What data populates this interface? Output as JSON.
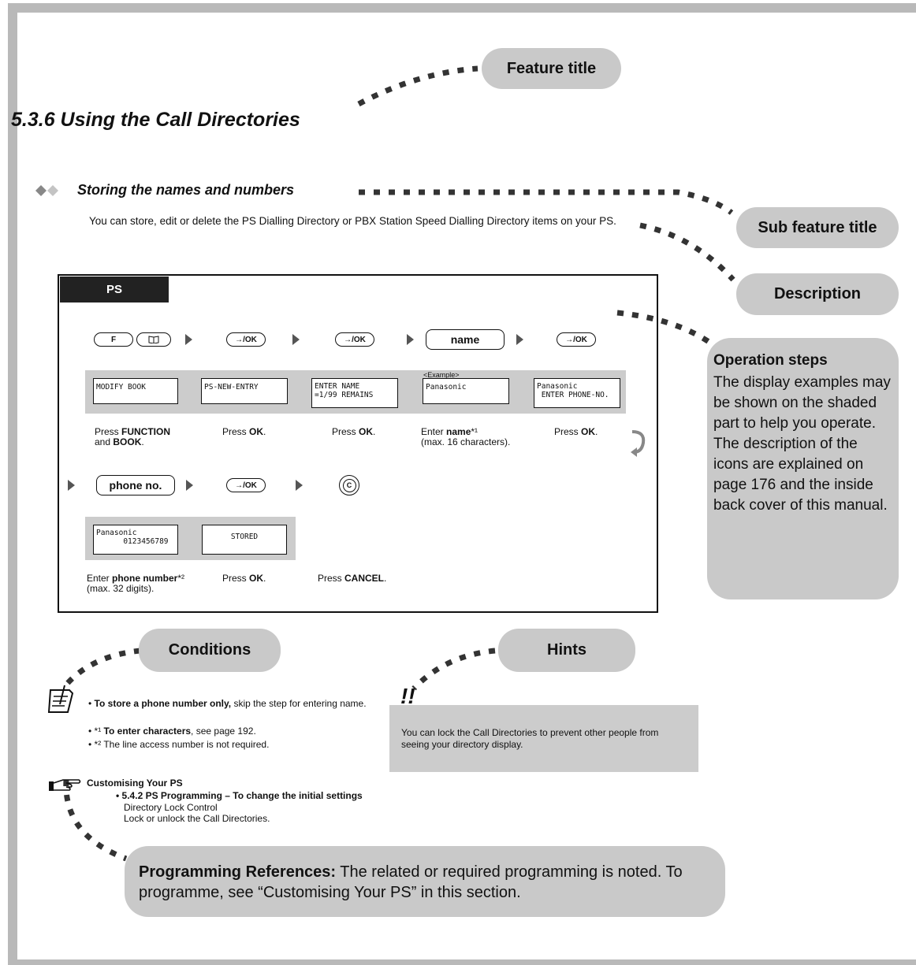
{
  "callouts": {
    "feature_title": "Feature title",
    "sub_feature_title": "Sub feature title",
    "description": "Description",
    "conditions": "Conditions",
    "hints": "Hints"
  },
  "section": {
    "number_title": "5.3.6   Using the Call Directories",
    "sub_title": "Storing the names and numbers",
    "description": "You can store, edit or delete the PS Dialling Directory or PBX Station Speed Dialling Directory items on your PS."
  },
  "operation": {
    "tab": "PS",
    "keys": {
      "function": "F",
      "book": "🕮",
      "ok": "→/OK",
      "name": "name",
      "phone": "phone no.",
      "cancel": "C"
    },
    "example_label": "<Example>",
    "lcd": [
      "MODIFY BOOK",
      "PS-NEW-ENTRY",
      "ENTER NAME\n=1/99 REMAINS",
      "Panasonic",
      "Panasonic\n ENTER PHONE-NO.",
      "Panasonic\n      0123456789",
      "STORED"
    ],
    "captions": {
      "c1_a": "Press ",
      "c1_b": "FUNCTION",
      "c1_c": "and ",
      "c1_d": "BOOK",
      "ok_a": "Press ",
      "ok_b": "OK",
      "name_a": "Enter ",
      "name_b": "name",
      "name_c": "*¹",
      "name_d": "(max. 16 characters).",
      "phone_a": "Enter ",
      "phone_b": "phone number",
      "phone_c": "*²",
      "phone_d": "(max. 32 digits).",
      "cancel_a": "Press ",
      "cancel_b": "CANCEL"
    }
  },
  "operation_steps": {
    "heading": "Operation steps",
    "text": "The display examples may be shown on the shaded part to help you operate. The description of the icons are explained on page 176 and the inside back cover of this manual."
  },
  "conditions": {
    "c1_bold": "To store a phone number only,",
    "c1_rest": " skip the step for entering name.",
    "c2_mark": "*¹",
    "c2_bold": " To enter characters",
    "c2_rest": ", see page 192.",
    "c3_mark": "*²",
    "c3_rest": " The line access number is not required."
  },
  "hint": {
    "mark": "!!",
    "text": "You can lock the Call Directories to prevent other people from seeing your directory display."
  },
  "references": {
    "heading": "Customising Your PS",
    "item": "5.4.2 PS Programming – To change the initial settings",
    "sub1": "Directory Lock Control",
    "sub2": "Lock or unlock the Call Directories."
  },
  "programming_refs": {
    "bold": "Programming References:",
    "text": " The related or required programming is noted. To programme, see “Customising Your PS” in this section."
  }
}
